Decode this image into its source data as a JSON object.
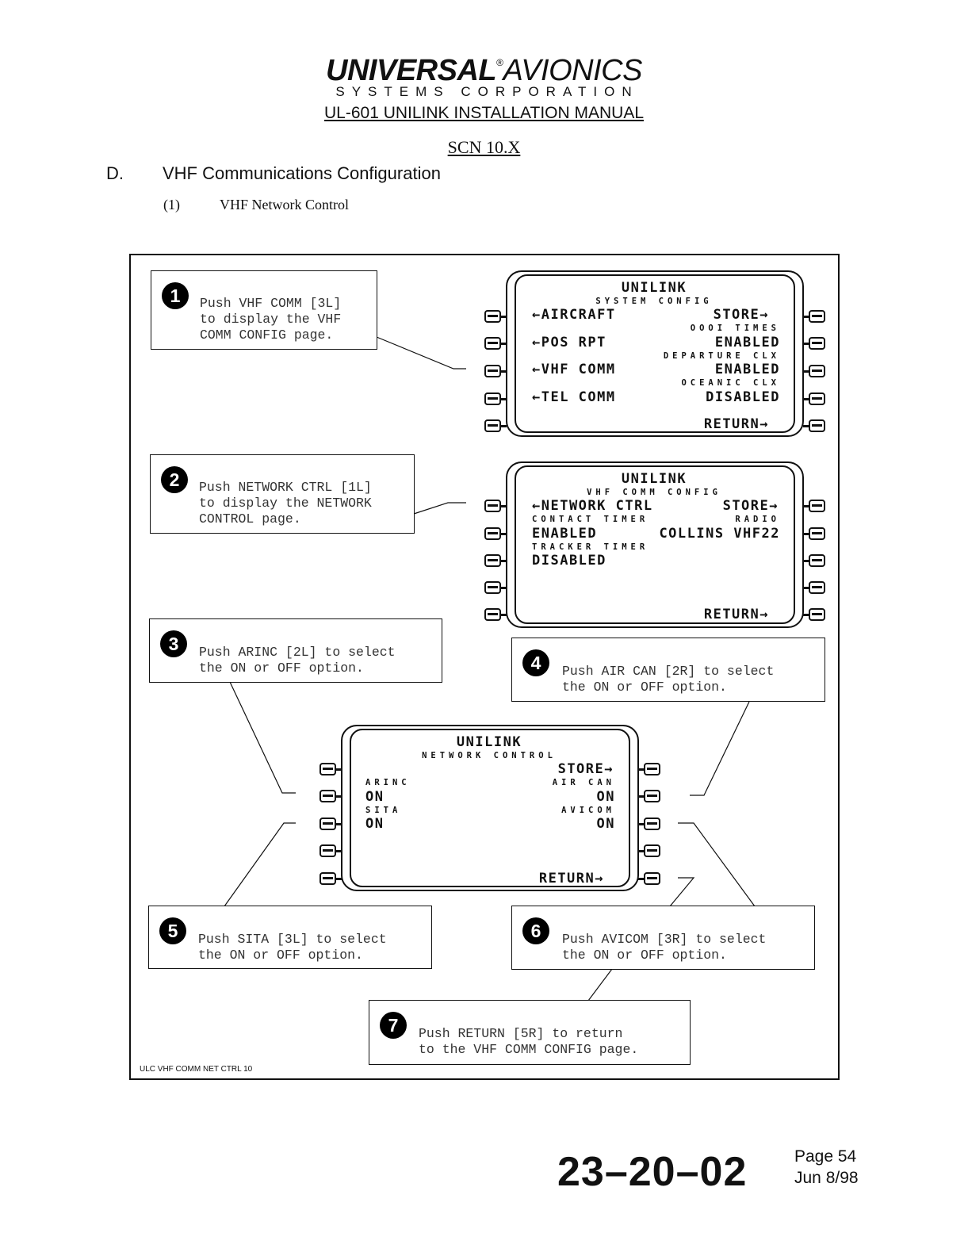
{
  "header": {
    "logo_brand": "UNIVERSAL",
    "logo_reg": "®",
    "logo_sub": "AVIONICS",
    "logo_corp": "SYSTEMS CORPORATION",
    "manual_title": "UL-601 UNILINK INSTALLATION MANUAL",
    "scn": "SCN 10.X"
  },
  "section": {
    "letter": "D.",
    "title": "VHF Communications Configuration"
  },
  "subsection": {
    "number": "(1)",
    "title": "VHF Network Control"
  },
  "callouts": [
    {
      "num": "1",
      "text": "Push VHF COMM [3L]\nto display the VHF\nCOMM CONFIG page."
    },
    {
      "num": "2",
      "text": "Push NETWORK CTRL [1L]\nto display the NETWORK\nCONTROL page."
    },
    {
      "num": "3",
      "text": "Push ARINC [2L] to select\nthe ON or OFF option."
    },
    {
      "num": "4",
      "text": "Push AIR CAN [2R] to select\nthe ON or OFF option."
    },
    {
      "num": "5",
      "text": "Push SITA [3L] to select\nthe ON or OFF option."
    },
    {
      "num": "6",
      "text": "Push AVICOM [3R] to select\nthe ON or OFF option."
    },
    {
      "num": "7",
      "text": "Push RETURN [5R] to return\nto the VHF COMM CONFIG page."
    }
  ],
  "screens": {
    "system_config": {
      "title": "UNILINK",
      "subtitle": "SYSTEM CONFIG",
      "l1": "←AIRCRAFT",
      "r1": "STORE→",
      "r2_small": "OOOI TIMES",
      "l2": "←POS RPT",
      "r2": "ENABLED",
      "r3_small": "DEPARTURE CLX",
      "l3": "←VHF COMM",
      "r3": "ENABLED",
      "r4_small": "OCEANIC CLX",
      "l4": "←TEL COMM",
      "r4": "DISABLED",
      "r5": "RETURN→"
    },
    "vhf_comm_config": {
      "title": "UNILINK",
      "subtitle": "VHF COMM CONFIG",
      "l1": "←NETWORK CTRL",
      "r1": "STORE→",
      "l2_small": "CONTACT TIMER",
      "r2_small": "RADIO",
      "l2": "ENABLED",
      "r2": "COLLINS VHF22",
      "l3_small": "TRACKER TIMER",
      "l3": "DISABLED",
      "r5": "RETURN→"
    },
    "network_control": {
      "title": "UNILINK",
      "subtitle": "NETWORK CONTROL",
      "r1": "STORE→",
      "l2_small": "ARINC",
      "r2_small": "AIR CAN",
      "l2": "ON",
      "r2": "ON",
      "l3_small": "SITA",
      "r3_small": "AVICOM",
      "l3": "ON",
      "r3": "ON",
      "r5": "RETURN→"
    }
  },
  "figure_id": "ULC VHF COMM NET CTRL 10",
  "footer": {
    "code": "23–20–02",
    "page": "Page 54",
    "date": "Jun 8/98"
  }
}
